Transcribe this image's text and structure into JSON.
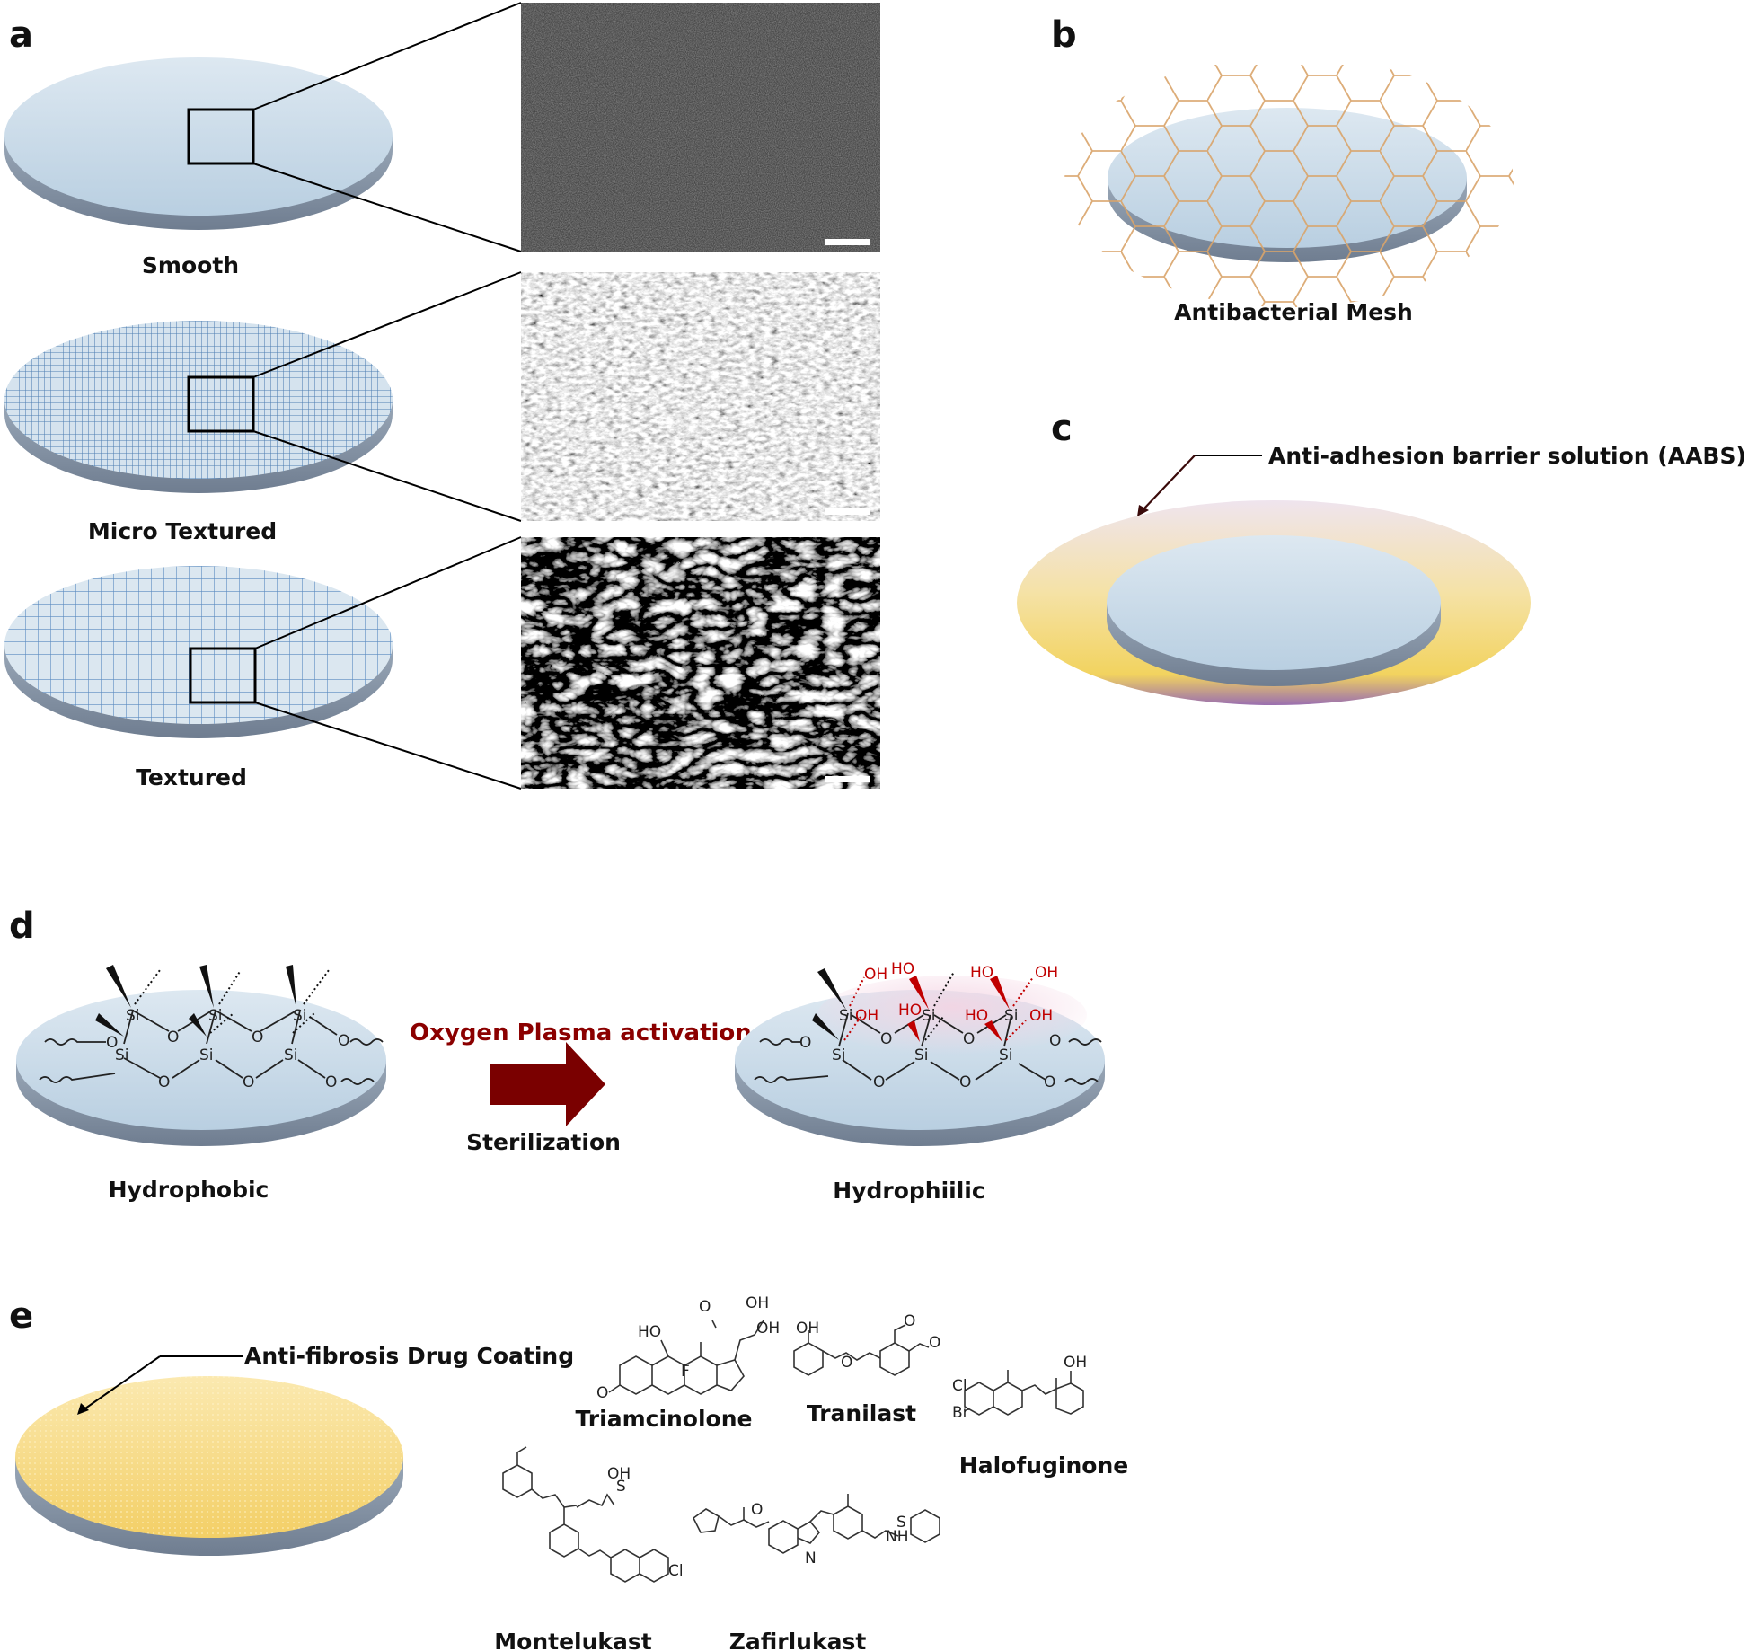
{
  "panels": {
    "a": {
      "letter": "a",
      "discs": [
        {
          "label": "Smooth",
          "surface": "smooth"
        },
        {
          "label": "Micro Textured",
          "surface": "fine-grid"
        },
        {
          "label": "Textured",
          "surface": "coarse-grid"
        }
      ]
    },
    "b": {
      "letter": "b",
      "caption": "Antibacterial Mesh"
    },
    "c": {
      "letter": "c",
      "caption": "Anti-adhesion barrier solution (AABS)"
    },
    "d": {
      "letter": "d",
      "left_caption": "Hydrophobic",
      "arrow_top": "Oxygen Plasma activation",
      "arrow_bottom": "Sterilization",
      "right_caption": "Hydrophiilic",
      "atoms": {
        "si": "Si",
        "o": "O",
        "oh": "OH",
        "ho": "HO"
      }
    },
    "e": {
      "letter": "e",
      "caption": "Anti-fibrosis Drug Coating",
      "drugs": [
        "Triamcinolone",
        "Tranilast",
        "Halofuginone",
        "Montelukast",
        "Zafirlukast"
      ],
      "atoms": {
        "o": "O",
        "oh": "OH",
        "ho": "HO",
        "cl": "Cl",
        "br": "Br",
        "n": "N",
        "nh": "NH",
        "s": "S",
        "f": "F"
      }
    }
  },
  "colors": {
    "disc_top": "#c9dcea",
    "disc_edge": "#8896a8",
    "mesh": "#d9a46a",
    "aabs_yellow": "#f2d77a",
    "coating_yellow": "#f7d774",
    "arrow_red": "#7a0000",
    "oh_red": "#c00000"
  },
  "icons": [
    "sem-micrograph-smooth",
    "sem-micrograph-micro",
    "sem-micrograph-textured",
    "block-arrow-right"
  ]
}
